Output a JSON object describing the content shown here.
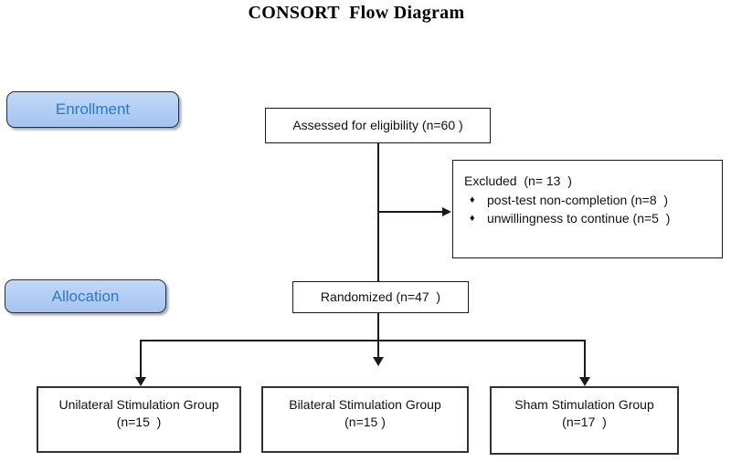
{
  "title": "CONSORT  Flow Diagram",
  "stages": {
    "enrollment": "Enrollment",
    "allocation": "Allocation"
  },
  "flow": {
    "assessed": "Assessed for eligibility (n=60 )",
    "excluded": {
      "bullet_icon": "♦",
      "heading": "Excluded  (n= 13  )",
      "items": [
        "post-test non-completion (n=8  )",
        "unwillingness to continue (n=5  )"
      ]
    },
    "randomized": "Randomized (n=47  )",
    "groups": [
      {
        "name": "Unilateral Stimulation Group",
        "count": "(n=15  )"
      },
      {
        "name": "Bilateral Stimulation Group",
        "count": "(n=15 )"
      },
      {
        "name": "Sham Stimulation Group",
        "count": "(n=17  )"
      }
    ]
  },
  "colors": {
    "stage_fill_top": "#c3d8f8",
    "stage_fill_bottom": "#a3c4ef",
    "stage_text": "#2e78c3",
    "box_border": "#1a1a1a",
    "connector": "#1a1a1a",
    "background": "#ffffff"
  }
}
